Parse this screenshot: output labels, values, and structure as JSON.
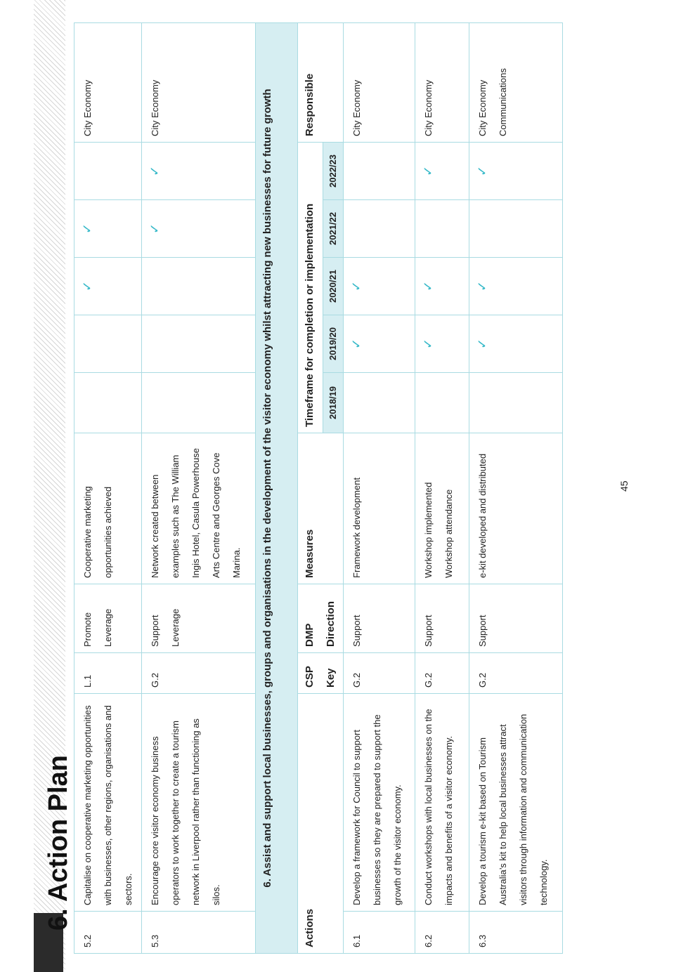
{
  "page": {
    "title": "6. Action Plan",
    "page_number": "45"
  },
  "section": {
    "heading": "6.  Assist and support local businesses, groups and organisations in the development of the visitor economy whilst attracting new businesses for future growth"
  },
  "columns": {
    "actions": "Actions",
    "csp_key": "CSP Key",
    "dmp_direction": "DMP Direction",
    "measures": "Measures",
    "timeframe": "Timeframe for completion or implementation",
    "responsible": "Responsible",
    "years": [
      "2018/19",
      "2019/20",
      "2020/21",
      "2021/22",
      "2022/23"
    ]
  },
  "tick": "✓",
  "rows_top": [
    {
      "id": "5.2",
      "action": "Capitalise on cooperative marketing opportunities with businesses, other regions, organisations and sectors.",
      "csp": "L.1",
      "dmp": "Promote Leverage",
      "measures": "Cooperative marketing opportunities achieved",
      "ticks": [
        false,
        false,
        true,
        true,
        false
      ],
      "responsible": "City Economy"
    },
    {
      "id": "5.3",
      "action": "Encourage core visitor economy business operators to work together to create a tourism network in Liverpool rather than functioning as silos.",
      "csp": "G.2",
      "dmp": "Support Leverage",
      "measures": "Network created between examples such as The William Ingis Hotel, Casula Powerhouse Arts Centre and Georges Cove Marina.",
      "ticks": [
        false,
        false,
        false,
        true,
        true
      ],
      "responsible": "City Economy"
    }
  ],
  "rows_bottom": [
    {
      "id": "6.1",
      "action": "Develop a framework for Council to support businesses so they are prepared to support the growth of the visitor economy.",
      "csp": "G.2",
      "dmp": "Support",
      "measures": "Framework development",
      "ticks": [
        false,
        true,
        true,
        false,
        false
      ],
      "responsible": "City Economy"
    },
    {
      "id": "6.2",
      "action": "Conduct workshops with local businesses on the impacts and benefits of a visitor economy.",
      "csp": "G.2",
      "dmp": "Support",
      "measures": "Workshop implemented Workshop attendance",
      "ticks": [
        false,
        true,
        true,
        false,
        true
      ],
      "responsible": "City Economy"
    },
    {
      "id": "6.3",
      "action": "Develop a tourism e-kit based on Tourism Australia’s kit to help local businesses attract visitors through information and communication technology.",
      "csp": "G.2",
      "dmp": "Support",
      "measures": "e-kit developed and distributed",
      "ticks": [
        false,
        true,
        true,
        false,
        true
      ],
      "responsible": "City Economy Communications"
    }
  ]
}
